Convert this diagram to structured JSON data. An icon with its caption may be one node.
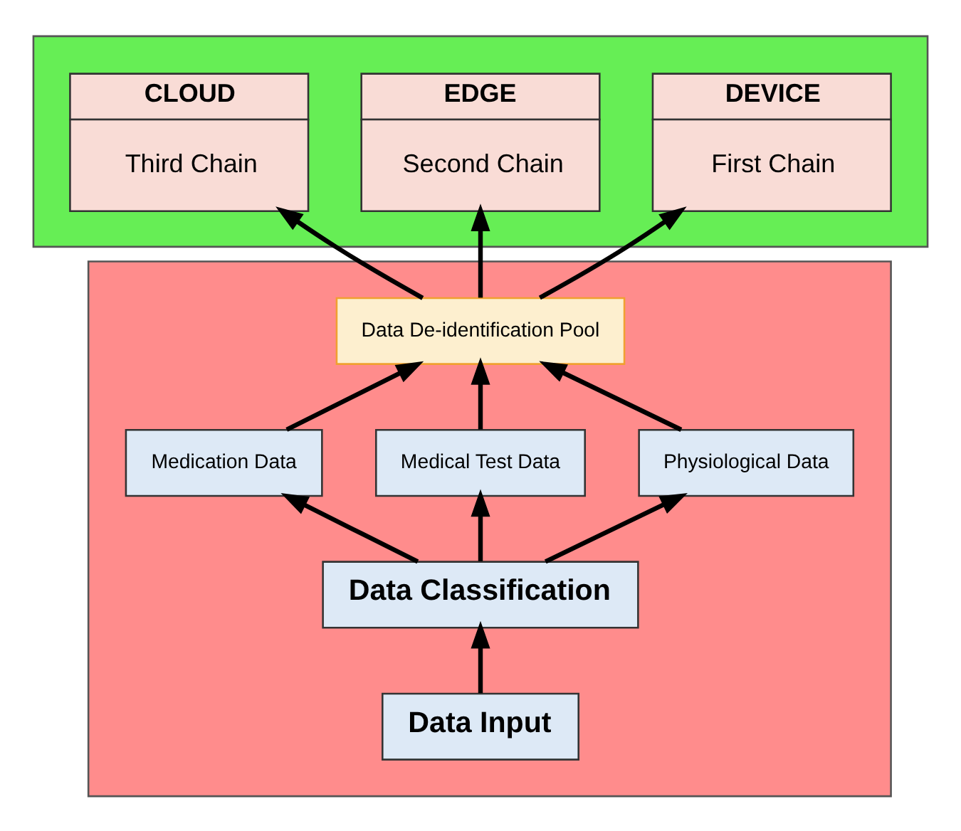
{
  "diagram": {
    "nodes": [
      {
        "text": [],
        "shape": "box"
      },
      {
        "text": [
          "DEVICE",
          "First Chain"
        ],
        "in": 0
      },
      {
        "text": [
          "EDGE",
          "Second Chain"
        ],
        "in": 0
      },
      {
        "text": [
          "CLOUD",
          "Third Chain"
        ],
        "in": 0
      },
      {
        "text": [],
        "shape": "box"
      },
      {
        "text": [
          "Data De-identification Pool"
        ],
        "in": 4
      },
      {
        "text": [
          "Medication Data"
        ],
        "in": 4
      },
      {
        "text": [
          "Medical Test Data"
        ],
        "in": 4
      },
      {
        "text": [
          "Physiological Data"
        ],
        "in": 4
      },
      {
        "text": [
          "Data Classification"
        ],
        "in": 4
      },
      {
        "text": [
          "Data Input"
        ],
        "in": 4
      }
    ],
    "edges": [
      {
        "from": 10,
        "to": 9,
        "arrow": "to"
      },
      {
        "from": 9,
        "to": 6,
        "arrow": "to"
      },
      {
        "from": 9,
        "to": 7,
        "arrow": "to"
      },
      {
        "from": 9,
        "to": 8,
        "arrow": "to"
      },
      {
        "from": 6,
        "to": 5,
        "arrow": "to"
      },
      {
        "from": 7,
        "to": 5,
        "arrow": "to"
      },
      {
        "from": 8,
        "to": 5,
        "arrow": "to"
      },
      {
        "from": 5,
        "to": 1,
        "arrow": "to"
      },
      {
        "from": 5,
        "to": 2,
        "arrow": "to"
      },
      {
        "from": 5,
        "to": 3,
        "arrow": "to"
      }
    ]
  }
}
